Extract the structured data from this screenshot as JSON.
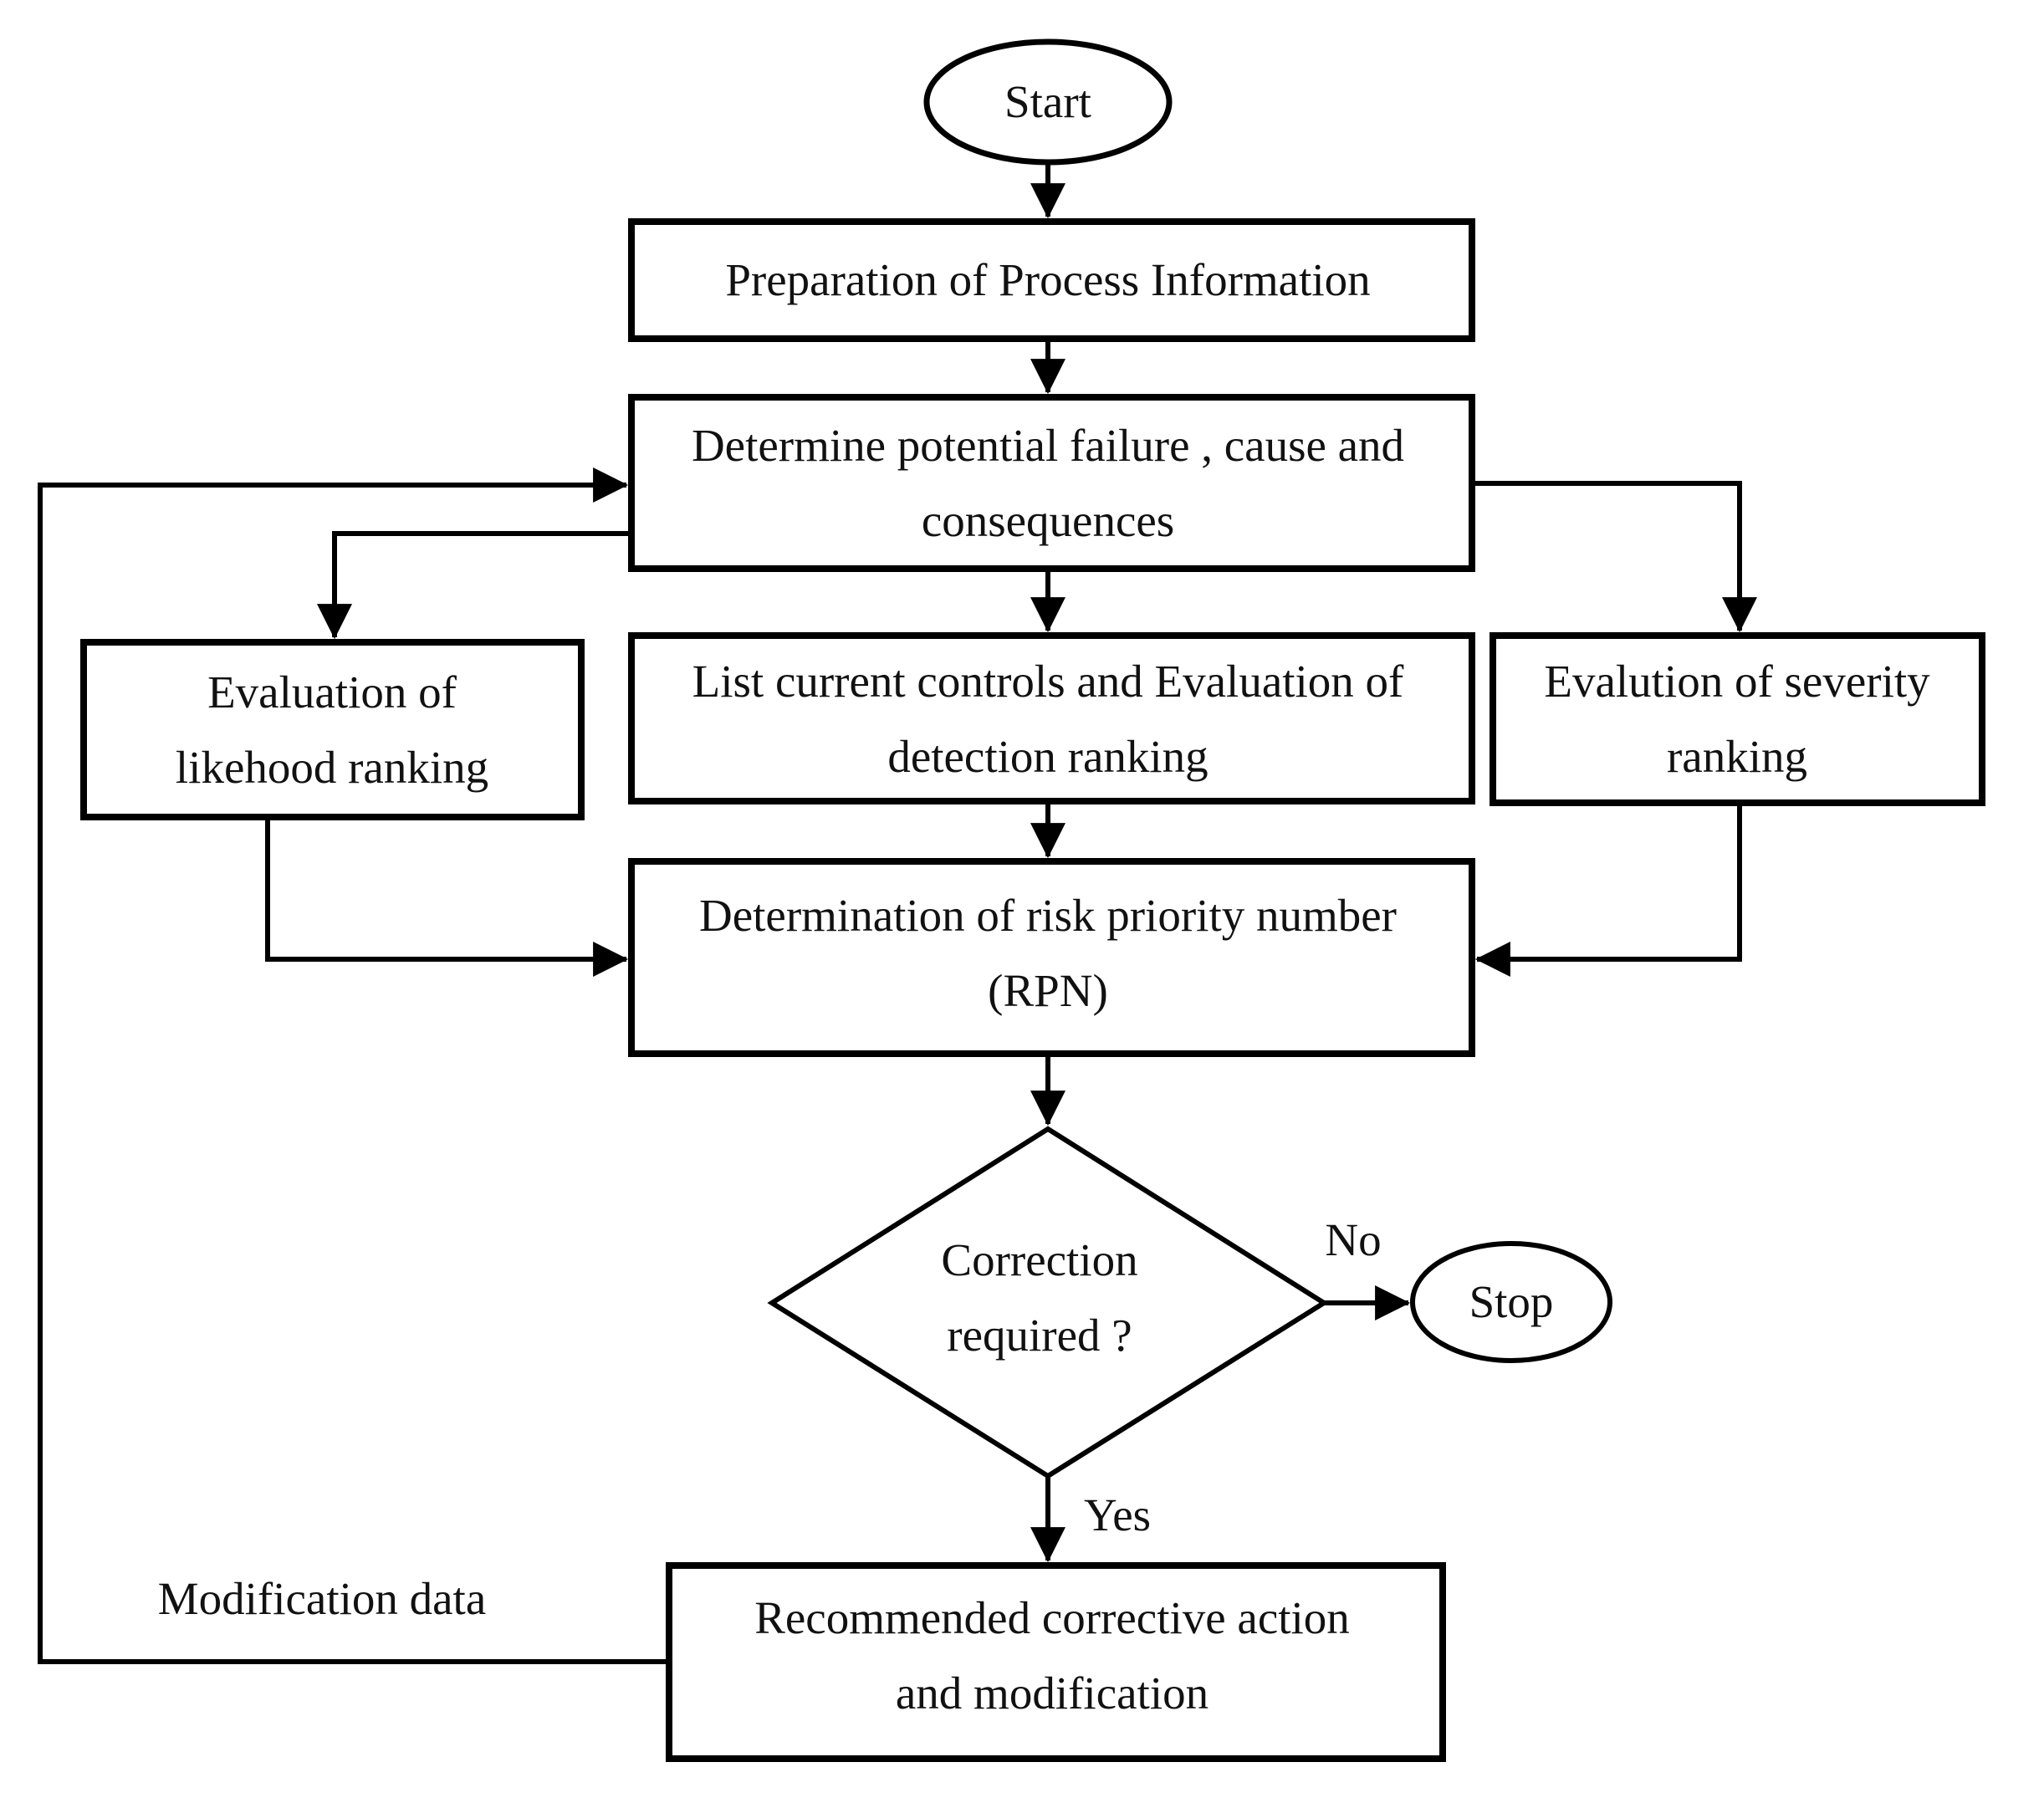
{
  "flowchart": {
    "title_hint": "FMEA process flowchart",
    "colors": {
      "stroke": "#000000",
      "text": "#111111",
      "background": "#ffffff"
    },
    "nodes": {
      "start": {
        "label": "Start"
      },
      "preparation": {
        "lines": [
          "Preparation of Process Information"
        ]
      },
      "determine": {
        "lines": [
          "Determine potential failure , cause and",
          "consequences"
        ]
      },
      "likelihood": {
        "lines": [
          "Evaluation of",
          "likehood ranking"
        ]
      },
      "controls": {
        "lines": [
          "List current controls and Evaluation of",
          "detection ranking"
        ]
      },
      "severity": {
        "lines": [
          "Evalution of severity",
          "ranking"
        ]
      },
      "rpn": {
        "lines": [
          "Determination of risk priority number",
          "(RPN)"
        ]
      },
      "decision": {
        "lines": [
          "Correction",
          "required ?"
        ]
      },
      "stop": {
        "label": "Stop"
      },
      "action": {
        "lines": [
          "Recommended corrective action",
          "and modification"
        ]
      }
    },
    "edge_labels": {
      "no": "No",
      "yes": "Yes",
      "modification": "Modification data"
    }
  }
}
